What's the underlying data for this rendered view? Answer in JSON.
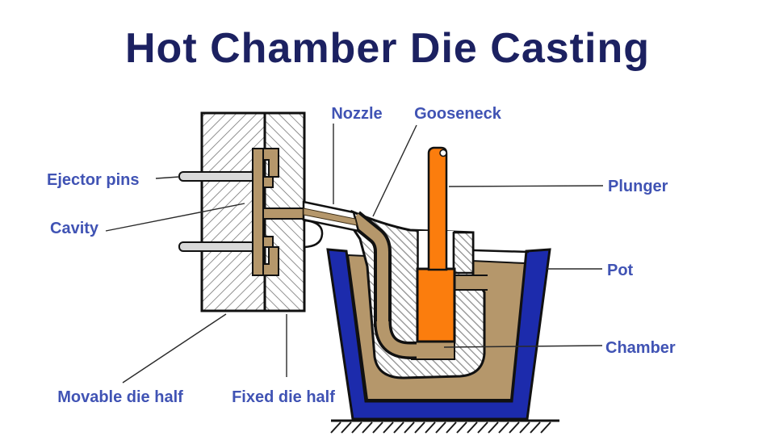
{
  "title": "Hot Chamber Die Casting",
  "labels": {
    "nozzle": "Nozzle",
    "gooseneck": "Gooseneck",
    "ejector_pins": "Ejector pins",
    "cavity": "Cavity",
    "plunger": "Plunger",
    "pot": "Pot",
    "chamber": "Chamber",
    "movable_die_half": "Movable die half",
    "fixed_die_half": "Fixed die half"
  },
  "colors": {
    "title_navy": "#1c2161",
    "label_blue": "#4053b4",
    "molten_metal_tan": "#b5976b",
    "pot_blue": "#1c2bac",
    "plunger_orange": "#fb7d0d",
    "ejector_pin_gray": "#d9d9d9",
    "outline_black": "#111111"
  }
}
